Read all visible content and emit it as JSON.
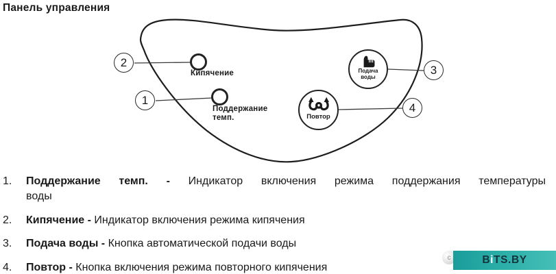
{
  "title": "Панель управления",
  "diagram": {
    "callouts": {
      "one": "1",
      "two": "2",
      "three": "3",
      "four": "4"
    },
    "boil_indicator_label": "Кипячение",
    "keepwarm_indicator_label_line1": "Поддержание",
    "keepwarm_indicator_label_line2": "темп.",
    "water_button_label_line1": "Подача",
    "water_button_label_line2": "воды",
    "repeat_button_label": "Повтор"
  },
  "legend": {
    "items": [
      {
        "number": "1.",
        "term": "Поддержание темп. -",
        "description_line1": "Индикатор включения режима поддержания температуры",
        "description_line2": "воды"
      },
      {
        "number": "2.",
        "term": "Кипячение -",
        "description": "Индикатор включения режима кипячения"
      },
      {
        "number": "3.",
        "term": "Подача воды -",
        "description": "Кнопка автоматической подачи воды"
      },
      {
        "number": "4.",
        "term": "Повтор -",
        "description": "Кнопка включения режима повторного кипячения"
      }
    ]
  },
  "watermark": {
    "letter_b": "B",
    "letter_i": "i",
    "letters_rest": "TS.BY",
    "copyright_mark": "c",
    "band_color": "#2fb0aa"
  }
}
